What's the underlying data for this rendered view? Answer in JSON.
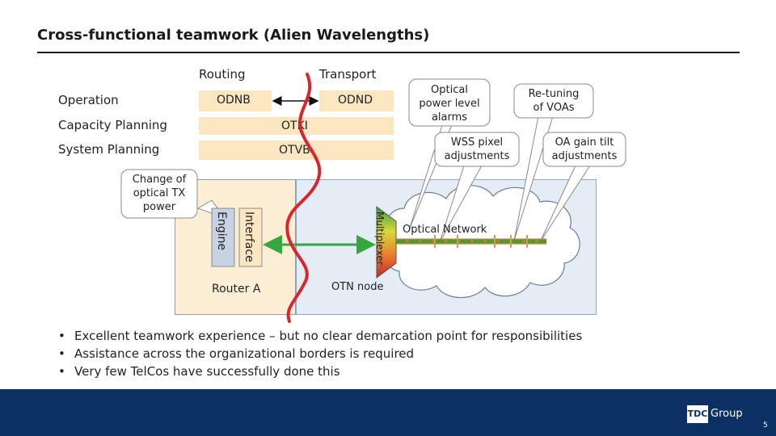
{
  "slide": {
    "title": "Cross-functional teamwork (Alien Wavelengths)",
    "columns": {
      "routing": "Routing",
      "transport": "Transport"
    },
    "rows": {
      "operation": "Operation",
      "capacity_planning": "Capacity Planning",
      "system_planning": "System Planning"
    },
    "bars": {
      "odnb": "ODNB",
      "odnd": "ODND",
      "otki": "OTKI",
      "otvb": "OTVB"
    },
    "callouts": {
      "change_tx_power": [
        "Change of",
        "optical TX",
        "power"
      ],
      "optical_power_alarms": [
        "Optical",
        "power level",
        "alarms"
      ],
      "wss_pixel": [
        "WSS pixel",
        "adjustments"
      ],
      "re_tuning": [
        "Re-tuning",
        "of VOAs"
      ],
      "oa_gain_tilt": [
        "OA gain tilt",
        "adjustments"
      ]
    },
    "diagram": {
      "engine": "Engine",
      "interface": "Interface",
      "router_a": "Router A",
      "multiplexer": "Multiplexer",
      "otn_node": "OTN node",
      "optical_network": "Optical Network"
    },
    "bullets": [
      "Excellent teamwork experience – but no clear demarcation point for responsibilities",
      "Assistance across the organizational borders is required",
      "Very few TelCos have successfully done this"
    ],
    "footer": {
      "logo_mark": "TDC",
      "logo_word": "Group",
      "page_number": "5"
    }
  },
  "colors": {
    "bar_fill": "#fbe6c2",
    "red_line": "#d9262b",
    "green_link": "#34a83c",
    "footer_bg": "#0b3163",
    "router_bg": "#fcefd6",
    "transport_bg": "#e4ecf6"
  }
}
